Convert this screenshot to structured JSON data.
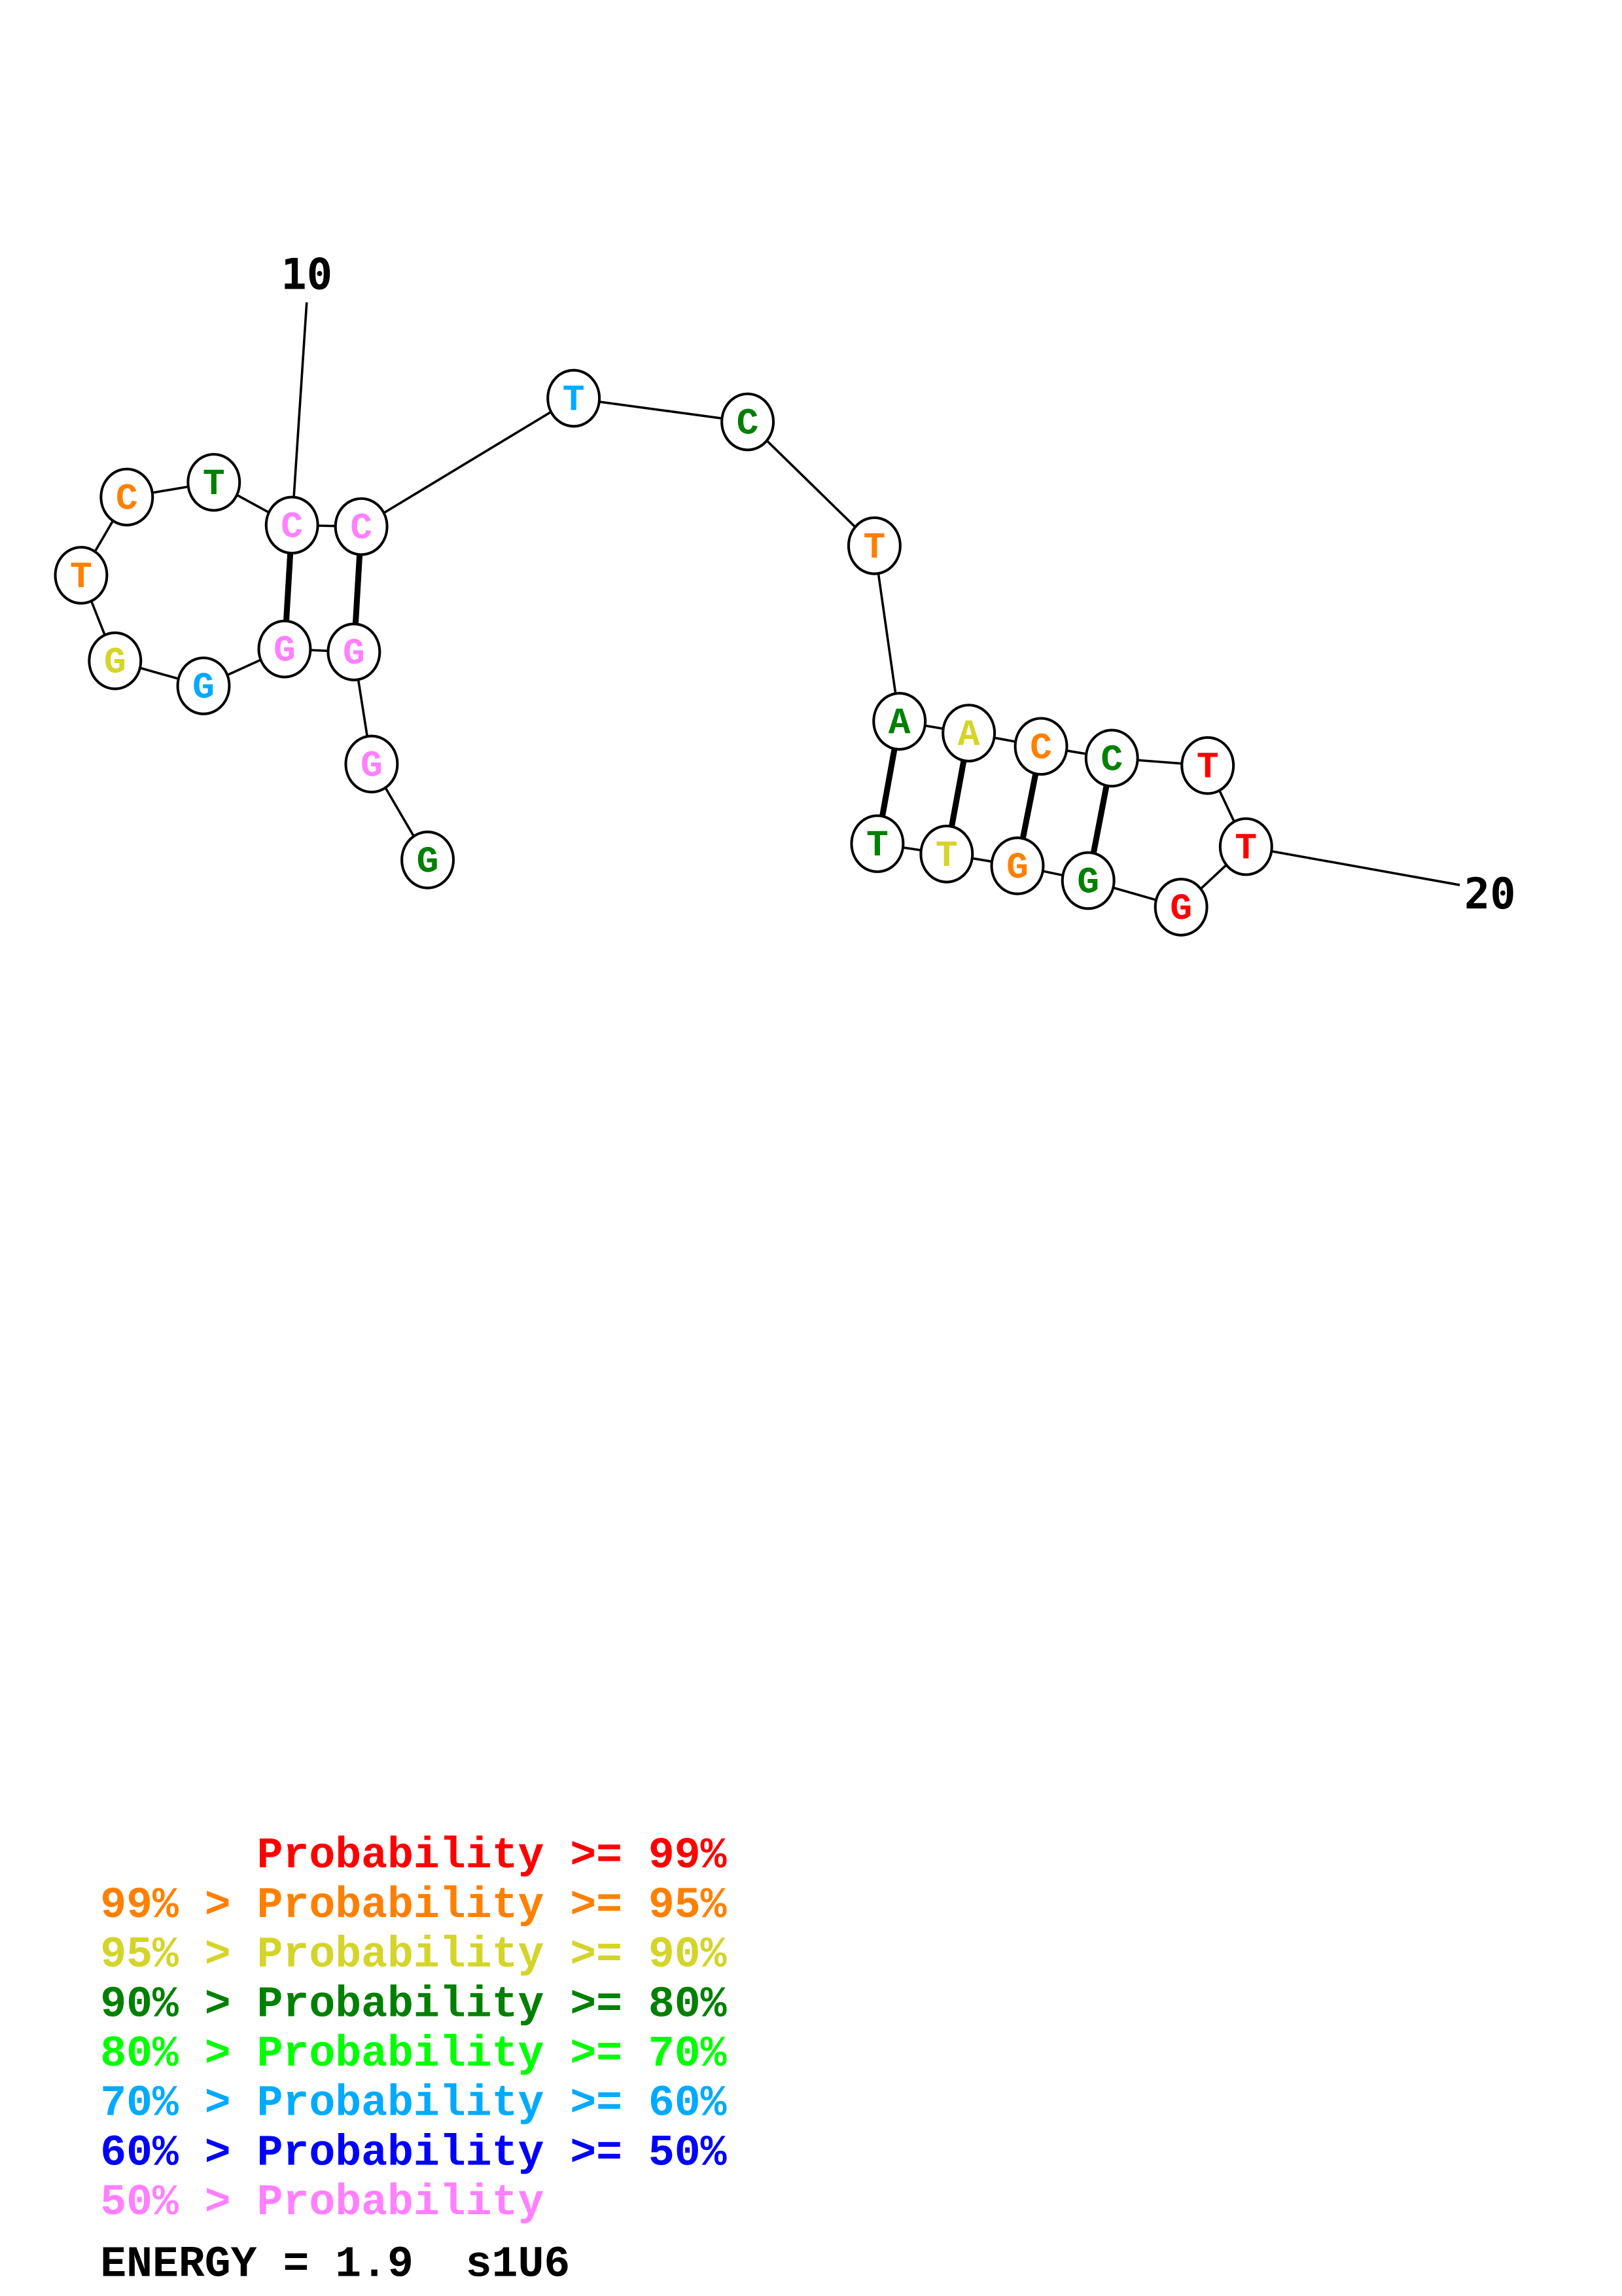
{
  "structure": {
    "sequence": [
      "G",
      "G",
      "G",
      "G",
      "G",
      "G",
      "T",
      "C",
      "T",
      "C",
      "C",
      "T",
      "C",
      "T",
      "A",
      "A",
      "C",
      "C",
      "T",
      "T",
      "G",
      "G",
      "G",
      "T",
      "T"
    ],
    "probability_class": [
      4,
      8,
      8,
      8,
      6,
      3,
      2,
      2,
      4,
      8,
      8,
      6,
      4,
      2,
      4,
      3,
      2,
      4,
      1,
      1,
      1,
      4,
      2,
      3,
      4
    ],
    "pairs": [
      [
        4,
        10
      ],
      [
        3,
        11
      ],
      [
        15,
        25
      ],
      [
        16,
        24
      ],
      [
        17,
        23
      ],
      [
        18,
        22
      ]
    ],
    "position_labels": [
      {
        "position": 10,
        "text": "10"
      },
      {
        "position": 20,
        "text": "20"
      }
    ]
  },
  "legend": {
    "entries": [
      {
        "prefix": "    ",
        "label": "Probability >= 99%",
        "color": "#ff0000"
      },
      {
        "prefix": "99% > ",
        "label": "Probability >= 95%",
        "color": "#ff8000"
      },
      {
        "prefix": "95% > ",
        "label": "Probability >= 90%",
        "color": "#d4d42a"
      },
      {
        "prefix": "90% > ",
        "label": "Probability >= 80%",
        "color": "#008000"
      },
      {
        "prefix": "80% > ",
        "label": "Probability >= 70%",
        "color": "#00ff00"
      },
      {
        "prefix": "70% > ",
        "label": "Probability >= 60%",
        "color": "#00aaff"
      },
      {
        "prefix": "60% > ",
        "label": "Probability >= 50%",
        "color": "#0000ff"
      },
      {
        "prefix": "50% > ",
        "label": "Probability",
        "color": "#ff80ff"
      }
    ],
    "energy_text": "ENERGY = 1.9  s1U6"
  }
}
